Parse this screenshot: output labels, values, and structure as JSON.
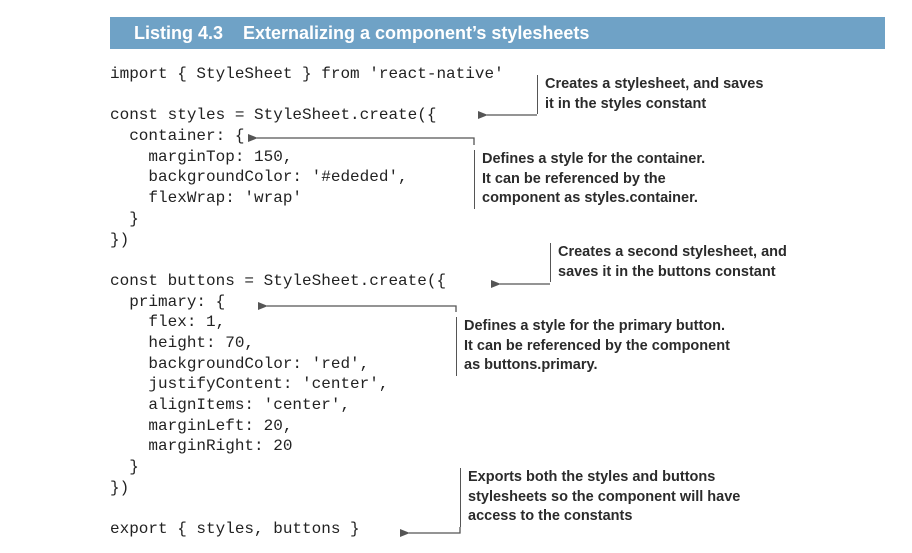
{
  "listing": {
    "number": "Listing 4.3",
    "title": "Externalizing a component’s stylesheets"
  },
  "code_lines": [
    "import { StyleSheet } from 'react-native'",
    "",
    "const styles = StyleSheet.create({",
    "  container: {",
    "    marginTop: 150,",
    "    backgroundColor: '#ededed',",
    "    flexWrap: 'wrap'",
    "  }",
    "})",
    "",
    "const buttons = StyleSheet.create({",
    "  primary: {",
    "    flex: 1,",
    "    height: 70,",
    "    backgroundColor: 'red',",
    "    justifyContent: 'center',",
    "    alignItems: 'center',",
    "    marginLeft: 20,",
    "    marginRight: 20",
    "  }",
    "})",
    "",
    "export { styles, buttons }"
  ],
  "annotations": [
    {
      "lines": [
        "Creates a stylesheet, and saves",
        "it in the styles constant"
      ]
    },
    {
      "lines": [
        "Defines a style for the container.",
        "It can be referenced by the",
        "component as styles.container."
      ]
    },
    {
      "lines": [
        "Creates a second stylesheet, and",
        "saves it in the buttons constant"
      ]
    },
    {
      "lines": [
        "Defines a style for the primary button.",
        "It can be referenced by the component",
        "as buttons.primary."
      ]
    },
    {
      "lines": [
        "Exports both the styles and buttons",
        "stylesheets so the component will have",
        "access to the constants"
      ]
    }
  ]
}
